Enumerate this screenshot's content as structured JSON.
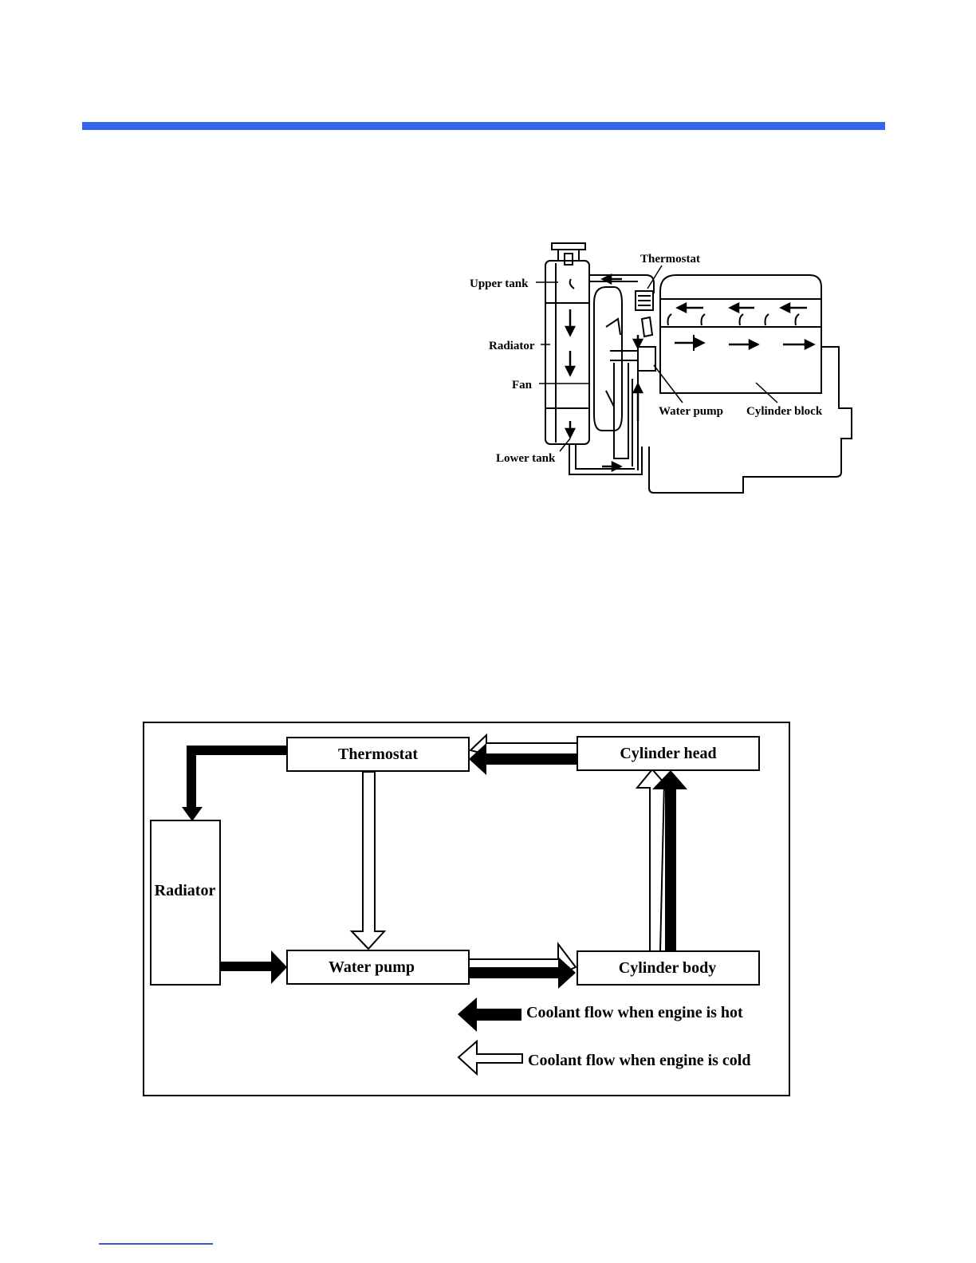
{
  "colors": {
    "accent_bar": "#3366ee",
    "footer_line": "#3a5fcd",
    "ink": "#000000"
  },
  "engine_diagram": {
    "labels": {
      "thermostat": "Thermostat",
      "upper_tank": "Upper tank",
      "radiator": "Radiator",
      "fan": "Fan",
      "water_pump": "Water pump",
      "cylinder_block": "Cylinder block",
      "lower_tank": "Lower tank"
    }
  },
  "flow_diagram": {
    "boxes": {
      "thermostat": "Thermostat",
      "cylinder_head": "Cylinder head",
      "radiator": "Radiator",
      "water_pump": "Water pump",
      "cylinder_body": "Cylinder body"
    },
    "legend": {
      "hot": "Coolant flow when engine is hot",
      "cold": "Coolant flow when engine is cold"
    }
  }
}
